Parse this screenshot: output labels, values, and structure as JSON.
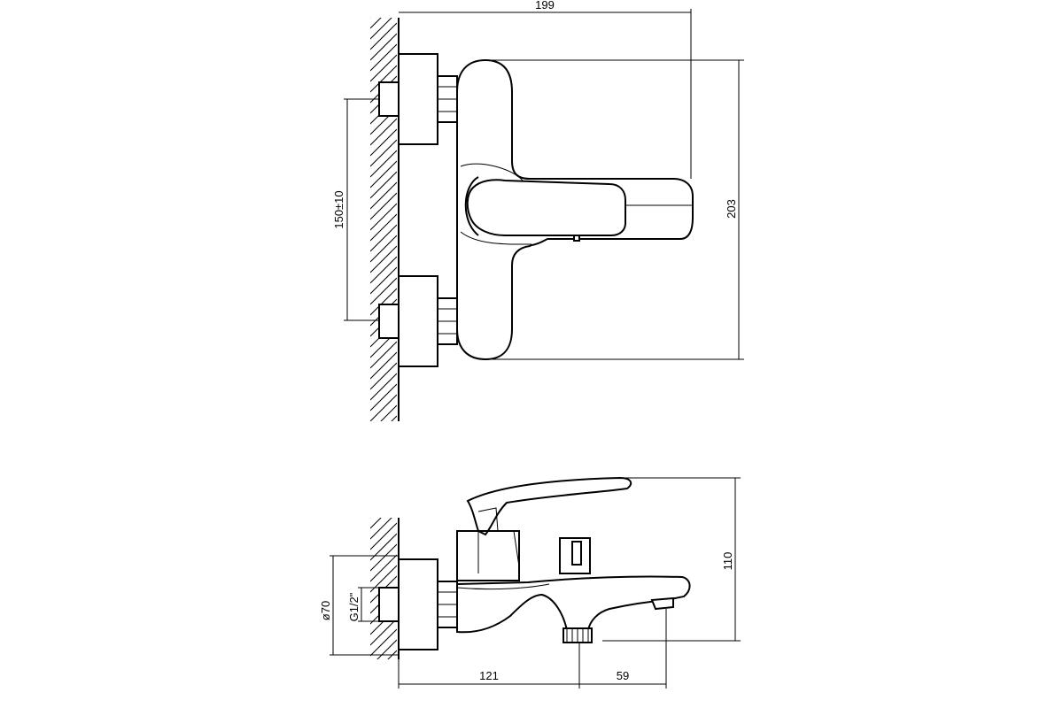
{
  "dimensions": {
    "top_width": "199",
    "top_height": "203",
    "inlet_spacing": "150±10",
    "side_height": "110",
    "flange_diameter": "ø70",
    "thread": "G1/2\"",
    "wall_to_outlet": "121",
    "outlet_to_spout": "59"
  }
}
